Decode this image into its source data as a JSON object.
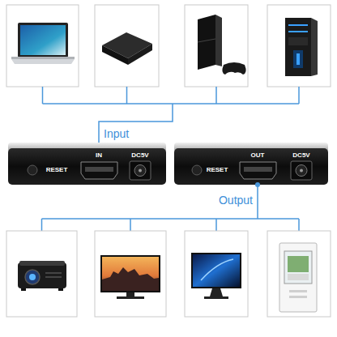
{
  "diagram": {
    "nodes": [
      {
        "text": [
          "RESET",
          "IN",
          "DC5V"
        ]
      },
      {
        "text": [
          "RESET",
          "OUT",
          "DC5V"
        ]
      }
    ],
    "labels": [
      "Input",
      "Output"
    ]
  }
}
